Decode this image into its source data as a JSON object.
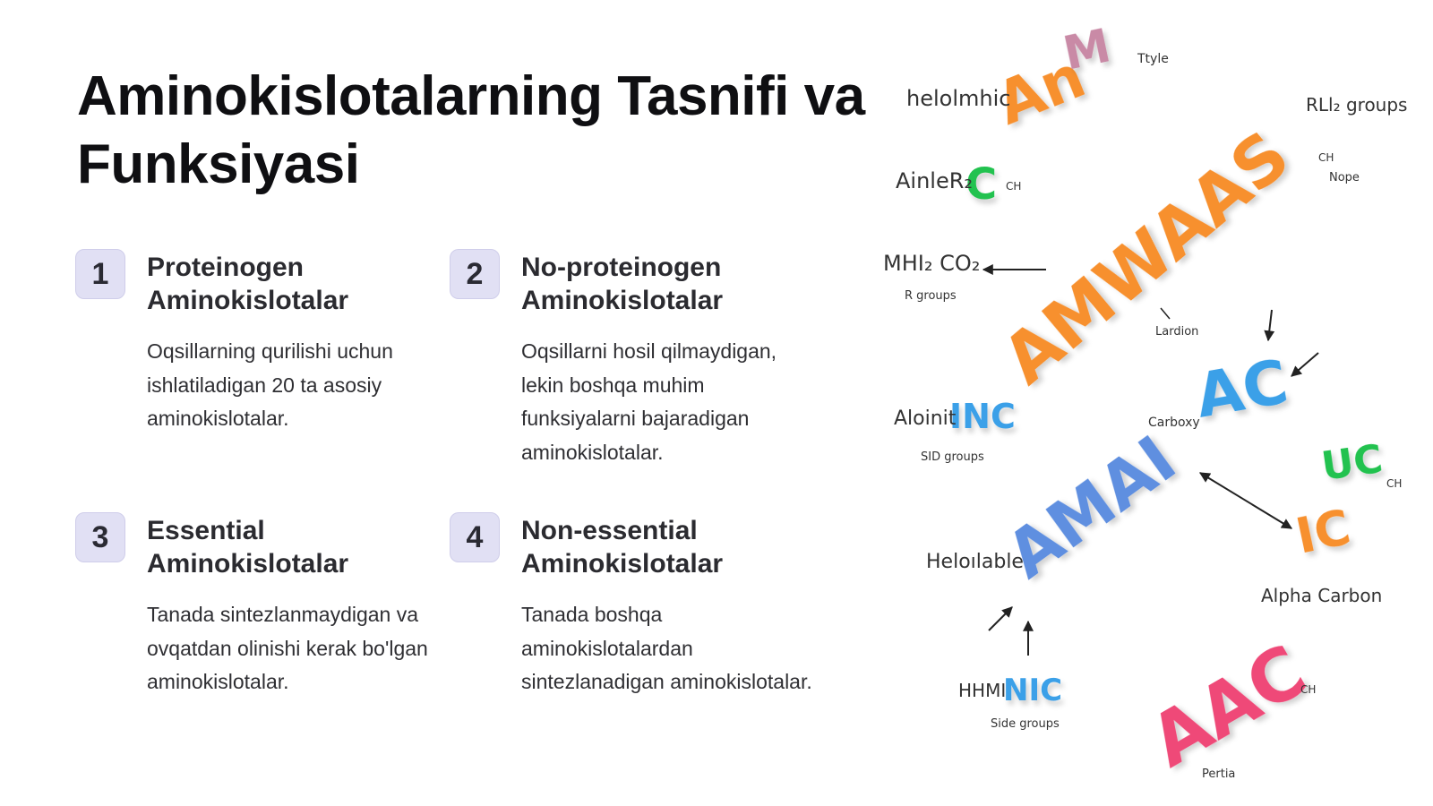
{
  "slide": {
    "title": "Aminokislotalarning Tasnifi va Funksiyasi"
  },
  "cards": [
    {
      "number": "1",
      "title": "Proteinogen Aminokislotalar",
      "description": "Oqsillarning qurilishi uchun ishlatiladigan 20 ta asosiy aminokislotalar."
    },
    {
      "number": "2",
      "title": "No-proteinogen Aminokislotalar",
      "description": "Oqsillarni hosil qilmaydigan, lekin boshqa muhim funksiyalarni bajaradigan aminokislotalar."
    },
    {
      "number": "3",
      "title": "Essential Aminokislotalar",
      "description": "Tanada sintezlanmaydigan va ovqatdan olinishi kerak bo'lgan aminokislotalar."
    },
    {
      "number": "4",
      "title": "Non-essential Aminokislotalar",
      "description": "Tanada boshqa aminokislotalardan sintezlanadigan aminokislotalar."
    }
  ],
  "illustration": {
    "labels": {
      "helolmhic": "helolmhic",
      "ttyle": "Ttyle",
      "rl2_groups": "RLl₂ groups",
      "ainler2": "AinleR₂",
      "ch_1": "CH",
      "nope": "Nope",
      "mhi2_co2": "MHI₂ CO₂",
      "r_groups": "R groups",
      "lardion": "Lardion",
      "aloinit": "Aloinit",
      "sid_groups": "SID groups",
      "carboxy": "Carboxy",
      "heloilable": "Heloılable",
      "alpha_carbon": "Alpha Carbon",
      "hhmi": "HHMI",
      "side_groups": "Side groups",
      "pertia": "Pertia",
      "ch_2": "CH",
      "ch_3": "CH",
      "ch_4": "CH"
    },
    "letters": {
      "an": "An",
      "m_top": "M",
      "c_green": "C",
      "amwaas": "AMWAAS",
      "inc": "INC",
      "ac": "AC",
      "uc": "UC",
      "amai": "AMAI",
      "ic": "IC",
      "nic": "NIC",
      "aac": "AAC"
    },
    "colors": {
      "orange": "#f7902f",
      "pink": "#ef4a78",
      "mauve": "#c98aa6",
      "green": "#23c24f",
      "blue": "#3aa0e8",
      "periwinkle": "#5f8fe0"
    }
  }
}
